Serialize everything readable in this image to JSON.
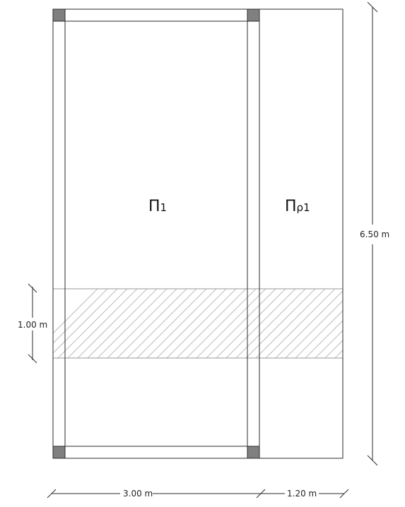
{
  "panels": {
    "main": {
      "symbol": "Π",
      "sub": "1"
    },
    "cantilever": {
      "symbol": "Π",
      "sub": "ρ1"
    }
  },
  "dimensions": {
    "width_main": "3.00 m",
    "width_cantilever": "1.20 m",
    "height_total": "6.50 m",
    "strip_height": "1.00 m"
  },
  "colors": {
    "line": "#2b2b2b",
    "column_fill": "#808080",
    "hatch": "#bdbdbd"
  }
}
